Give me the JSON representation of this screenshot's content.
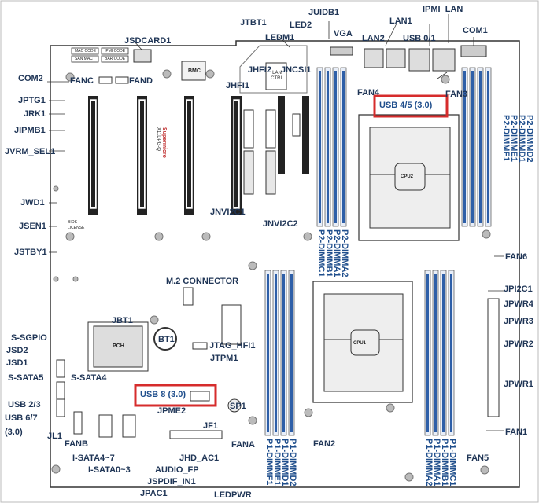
{
  "labels": {
    "jsdcard1": "JSDCARD1",
    "jtbt1": "JTBT1",
    "juidb1": "JUIDB1",
    "led2": "LED2",
    "ledm1": "LEDM1",
    "vga": "VGA",
    "lan1": "LAN1",
    "lan2": "LAN2",
    "usb01": "USB 0/1",
    "ipmi_lan": "IPMI_LAN",
    "com1": "COM1",
    "com2": "COM2",
    "fanc": "FANC",
    "fand": "FAND",
    "bmc": "BMC",
    "jhfi2": "JHFI2",
    "jhfi1": "JHFI1",
    "jncsi1": "JNCSI1",
    "fan4": "FAN4",
    "fan3": "FAN3",
    "usb45": "USB 4/5 (3.0)",
    "jptg1": "JPTG1",
    "jrk1": "JRK1",
    "jipmb1": "JIPMB1",
    "jvrm_sel1": "JVRM_SEL1",
    "jwd1": "JWD1",
    "jsen1": "JSEN1",
    "jstby1": "JSTBY1",
    "jnvi2c1": "JNVI2C1",
    "jnvi2c2": "JNVI2C2",
    "m2": "M.2 CONNECTOR",
    "jbt1": "JBT1",
    "pch": "PCH",
    "bt1": "BT1",
    "jtag_hfi1": "JTAG_HFI1",
    "jtpm1": "JTPM1",
    "usb8": "USB 8 (3.0)",
    "jpme2": "JPME2",
    "sp1": "SP1",
    "s_sgpio": "S-SGPIO",
    "jsd2": "JSD2",
    "jsd1": "JSD1",
    "s_sata5": "S-SATA5",
    "s_sata4": "S-SATA4",
    "usb23": "USB 2/3",
    "usb67": "USB 6/7",
    "usb67_sub": "(3.0)",
    "jl1": "JL1",
    "fanb": "FANB",
    "isata47": "I-SATA4~7",
    "isata03": "I-SATA0~3",
    "audio_fp": "AUDIO_FP",
    "jspdif": "JSPDIF_IN1",
    "jpac1": "JPAC1",
    "jf1": "JF1",
    "jhd_ac1": "JHD_AC1",
    "fana": "FANA",
    "ledpwr": "LEDPWR",
    "fan2": "FAN2",
    "fan1": "FAN1",
    "fan5": "FAN5",
    "fan6": "FAN6",
    "jpi2c1": "JPI2C1",
    "jpwr4": "JPWR4",
    "jpwr3": "JPWR3",
    "jpwr2": "JPWR2",
    "jpwr1": "JPWR1",
    "cpu1": "CPU1",
    "cpu2": "CPU2",
    "lan_ctrl": "LAN CTRL",
    "bios_license": "BIOS LICENSE",
    "mac_code": "MAC CODE",
    "ipmi_code": "IPMI CODE",
    "san_mac": "SAN MAC",
    "bar_code": "BAR CODE",
    "brand": "Supermicro",
    "model": "X11DPG-QT"
  },
  "dimm_top_cpu2_left": [
    "P2-DIMMC1",
    "P2-DIMMB1",
    "P2-DIMMA1",
    "P2-DIMMA2"
  ],
  "dimm_top_cpu2_right": [
    "P2-DIMMF1",
    "P2-DIMME1",
    "P2-DIMMD1",
    "P2-DIMMD2"
  ],
  "dimm_cpu1_left": [
    "P1-DIMMF1",
    "P1-DIMME1",
    "P1-DIMMD1",
    "P1-DIMMD2"
  ],
  "dimm_cpu1_right": [
    "P1-DIMMA2",
    "P1-DIMMA1",
    "P1-DIMMB1",
    "P1-DIMMC1"
  ],
  "colors": {
    "label": "#1f4e8c",
    "dimm_slot": "#2e5fa8",
    "highlight": "#d62c2c",
    "board_outline": "#333333"
  }
}
